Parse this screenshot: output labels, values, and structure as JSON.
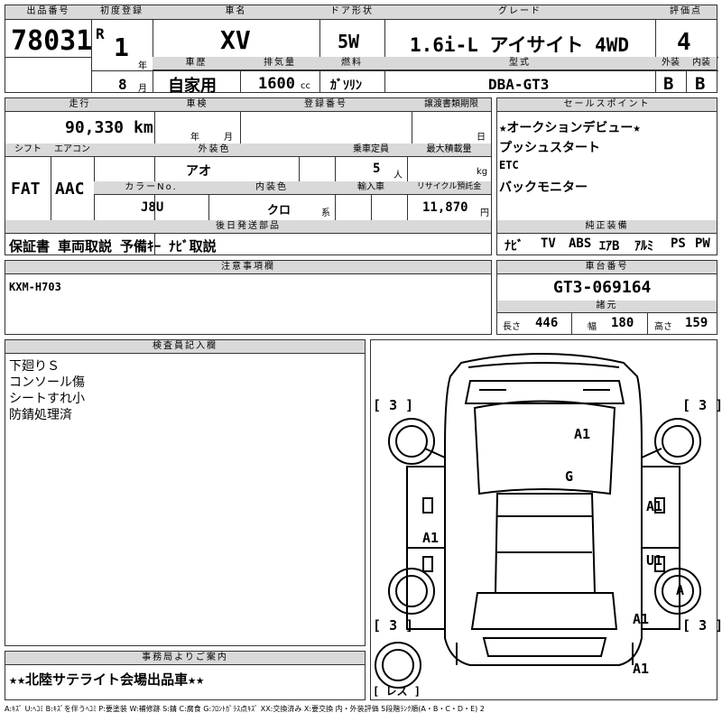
{
  "header": {
    "lot_label": "出品番号",
    "lot": "78031",
    "first_reg_label": "初度登録",
    "era": "R",
    "year": "1",
    "year_unit": "年",
    "month": "8",
    "month_unit": "月",
    "model_label": "車名",
    "model": "XV",
    "door_label": "ドア形状",
    "door": "5W",
    "grade_label": "グレード",
    "grade": "1.6i-L アイサイト 4WD",
    "score_label": "評価点",
    "score": "4",
    "history_label": "車歴",
    "history": "自家用",
    "displacement_label": "排気量",
    "displacement": "1600",
    "cc": "cc",
    "fuel_label": "燃料",
    "fuel": "ｶﾞｿﾘﾝ",
    "type_label": "型式",
    "type": "DBA-GT3",
    "ext_label": "外装",
    "ext": "B",
    "int_label": "内装",
    "int": "B"
  },
  "row2": {
    "mileage_label": "走行",
    "mileage": "90,330",
    "km": "km",
    "inspection_label": "車検",
    "year_unit": "年",
    "month_unit": "月",
    "reg_label": "登録番号",
    "transfer_label": "譲渡書類期限",
    "day_unit": "日",
    "shift_label": "シフト",
    "shift": "FAT",
    "ac_label": "エアコン",
    "ac": "AAC",
    "color_label": "外装色",
    "color": "アオ",
    "cap_label": "乗車定員",
    "cap": "5",
    "cap_unit": "人",
    "load_label": "最大積載量",
    "load_unit": "kg",
    "colorno_label": "カラーNo.",
    "colorno": "J8U",
    "intcolor_label": "内装色",
    "intcolor": "クロ",
    "intcolor_unit": "系",
    "import_label": "輸入車",
    "recycle_label": "リサイクル預託金",
    "recycle": "11,870",
    "yen": "円",
    "later_label": "後日発送部品",
    "later": "保証書 車両取説 予備ｷｰ ﾅﾋﾞ取説"
  },
  "sales": {
    "label": "セールスポイント",
    "items": [
      "★オークションデビュー★",
      "プッシュスタート",
      "ETC",
      "バックモニター"
    ]
  },
  "equipment": {
    "label": "純正装備",
    "items": [
      "ﾅﾋﾞ",
      "TV",
      "ABS",
      "ｴｱB",
      "ｱﾙﾐ",
      "PS",
      "PW"
    ]
  },
  "notes": {
    "label": "注意事項欄",
    "text": "KXM-H703"
  },
  "chassis": {
    "label": "車台番号",
    "value": "GT3-069164"
  },
  "specs": {
    "label": "諸元",
    "len_label": "長さ",
    "len": "446",
    "wid_label": "幅",
    "wid": "180",
    "hei_label": "高さ",
    "hei": "159"
  },
  "inspector": {
    "label": "検査員記入欄",
    "lines": [
      "下廻りＳ",
      "コンソール傷",
      "シートすれ小",
      "防錆処理済"
    ]
  },
  "diagram": {
    "marks": [
      "A1",
      "G",
      "A1",
      "A1",
      "U1",
      "A",
      "A1",
      "A1"
    ],
    "tires": [
      "3",
      "3",
      "3",
      "3"
    ],
    "spare": "レス"
  },
  "office": {
    "label": "事務局よりご案内",
    "text": "★★北陸サテライト会場出品車★★"
  },
  "legend": "A:ｷｽﾞ U:ﾍｺﾐ B:ｷｽﾞを伴うﾍｺﾐ P:要塗装 W:補修跡 S:錆 C:腐食 G:ﾌﾛﾝﾄｶﾞﾗｽ点ｷｽﾞ XX:交換済み X:要交換 内・外装評価 5段階ﾗﾝｸ順(A・B・C・D・E) 2"
}
